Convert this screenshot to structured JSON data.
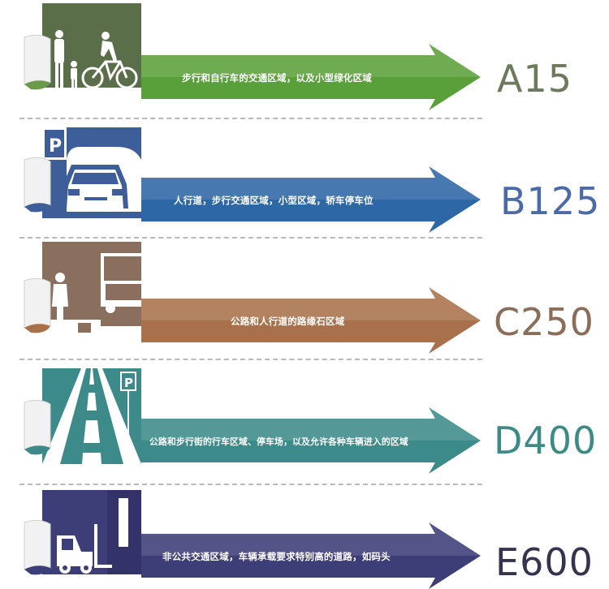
{
  "classes": [
    {
      "code": "A15",
      "description": "步行和自行车的交通区域，以及小型绿化区域",
      "color": "#5aa03a",
      "code_color": "#6a7a5a",
      "icon": "pedestrian-cyclist-icon"
    },
    {
      "code": "B125",
      "description": "人行道，步行交通区域，小型区域，轿车停车位",
      "color": "#2e67a6",
      "code_color": "#4a6aa8",
      "icon": "parked-car-icon"
    },
    {
      "code": "C250",
      "description": "公路和人行道的路缘石区域",
      "color": "#a8714c",
      "code_color": "#8a6e5a",
      "icon": "curb-pedestrian-truck-icon"
    },
    {
      "code": "D400",
      "description": "公路和步行街的行车区域、停车场，以及允许各种车辆进入的区域",
      "color": "#3d8a8a",
      "code_color": "#3e8a86",
      "icon": "road-parking-icon"
    },
    {
      "code": "E600",
      "description": "非公共交通区域，车辆承载要求特别高的道路，如码头",
      "color": "#3d3d78",
      "code_color": "#34344e",
      "icon": "forklift-dock-icon"
    }
  ]
}
